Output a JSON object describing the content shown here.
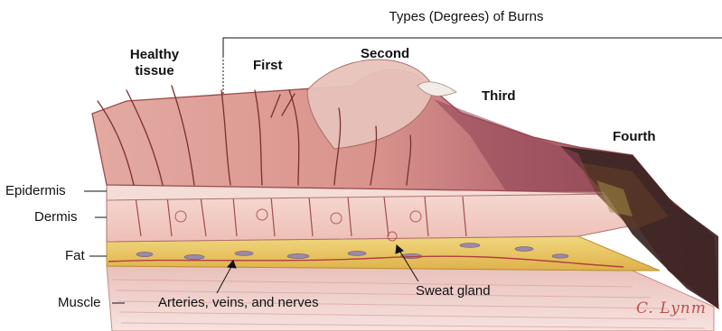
{
  "diagram": {
    "heading": "Types (Degrees) of Burns",
    "zones": {
      "healthy": "Healthy\ntissue",
      "first": "First",
      "second": "Second",
      "third": "Third",
      "fourth": "Fourth"
    },
    "layers": {
      "epidermis": "Epidermis",
      "dermis": "Dermis",
      "fat": "Fat",
      "muscle": "Muscle"
    },
    "callouts": {
      "vessels": "Arteries, veins, and nerves",
      "sweat_gland": "Sweat gland"
    },
    "signature": "C. Lynm",
    "colors": {
      "skin_surface": "#d99a93",
      "dermis": "#f2ccc4",
      "fat": "#e8c25a",
      "muscle": "#efd2cd",
      "char": "#3a2422",
      "blister": "#ecd0c8"
    }
  }
}
